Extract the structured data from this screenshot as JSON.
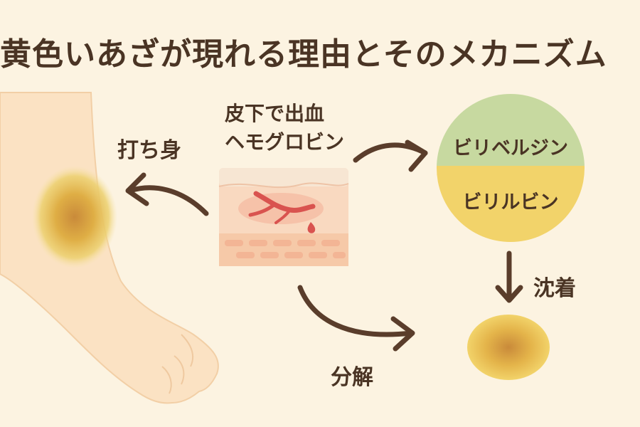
{
  "title": "黄色いあざが現れる理由とそのメカニズム",
  "labels": {
    "uchimi": "打ち身",
    "source_line1": "皮下で出血",
    "source_line2": "ヘモグロビン",
    "circle_top": "ビリベルジン",
    "circle_bottom": "ビリルビン",
    "chinchaku": "沈着",
    "bunkai": "分解"
  },
  "colors": {
    "background": "#fcf3e1",
    "text": "#4a3424",
    "skin": "#fbe2c3",
    "biliverdin": "#c7d9a0",
    "bilirubin": "#f2d36a",
    "blood": "#d9534f",
    "bruise_yellow": "#e7c24b",
    "bruise_center": "#c98a3a",
    "arrow": "#5a3d2b"
  }
}
